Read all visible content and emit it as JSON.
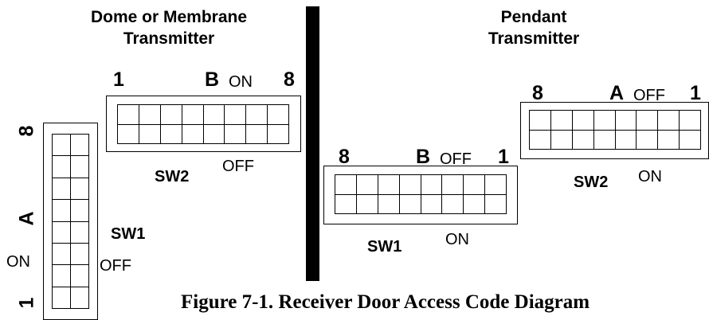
{
  "left": {
    "title_line1": "Dome or Membrane",
    "title_line2": "Transmitter",
    "sw2": {
      "label": "SW2",
      "num_left": "1",
      "letter": "B",
      "top_state": "ON",
      "num_right": "8",
      "bottom_state": "OFF",
      "switch_count": 8
    },
    "sw1": {
      "label": "SW1",
      "num_top": "8",
      "letter": "A",
      "num_bottom": "1",
      "left_state": "ON",
      "right_state": "OFF",
      "switch_count": 8
    }
  },
  "right": {
    "title_line1": "Pendant",
    "title_line2": "Transmitter",
    "sw1": {
      "label": "SW1",
      "num_left": "8",
      "letter": "B",
      "top_state": "OFF",
      "num_right": "1",
      "bottom_state": "ON",
      "switch_count": 8
    },
    "sw2": {
      "label": "SW2",
      "num_left": "8",
      "letter": "A",
      "top_state": "OFF",
      "num_right": "1",
      "bottom_state": "ON",
      "switch_count": 8
    }
  },
  "caption": "Figure 7-1. Receiver Door Access Code Diagram"
}
